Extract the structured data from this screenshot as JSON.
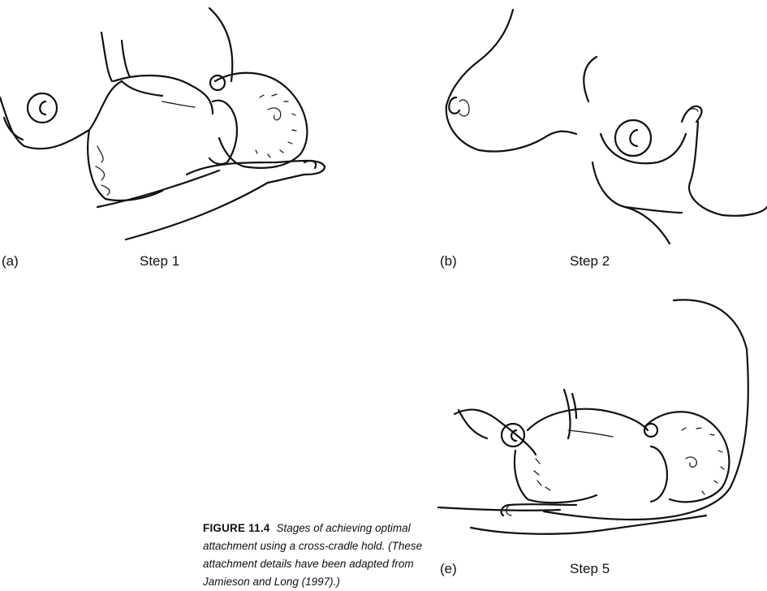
{
  "panels": [
    {
      "letter": "(a)",
      "step": "Step 1"
    },
    {
      "letter": "(b)",
      "step": "Step 2"
    },
    {
      "letter": "(e)",
      "step": "Step 5"
    }
  ],
  "caption": {
    "label": "FIGURE 11.4",
    "text": "Stages of achieving optimal attachment using a cross-cradle hold. (These attachment details have been adapted from Jamieson and Long (1997).)"
  }
}
